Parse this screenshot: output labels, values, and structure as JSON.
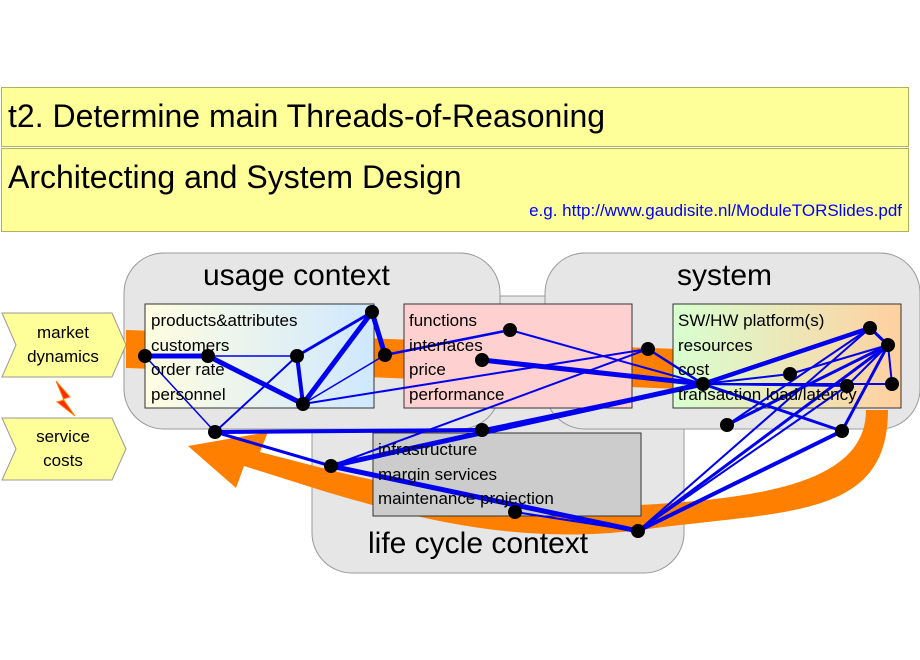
{
  "header": {
    "title": "t2. Determine main Threads-of-Reasoning",
    "subtitle": "Architecting and System Design",
    "link": "e.g. http://www.gaudisite.nl/ModuleTORSlides.pdf"
  },
  "contexts": {
    "usage": {
      "title": "usage context",
      "items": [
        "products&attributes",
        "customers",
        "order rate",
        "personnel"
      ]
    },
    "system": {
      "title": "system",
      "items": [
        "SW/HW platform(s)",
        "resources",
        "cost",
        "transaction load/latency"
      ]
    },
    "life_cycle": {
      "title": "life cycle context",
      "items": [
        "infrastructure",
        "margin services",
        "maintenance projection"
      ]
    },
    "functions": {
      "items": [
        "functions",
        "interfaces",
        "price",
        "performance"
      ]
    }
  },
  "side": {
    "market": [
      "market",
      "dynamics"
    ],
    "service": [
      "service",
      "costs"
    ]
  },
  "colors": {
    "title_bg": "#ffff99",
    "thread": "#0000ee",
    "arrow": "#ff8000",
    "context_bg": "#e6e6e6",
    "lightning": "#ff2a00"
  }
}
